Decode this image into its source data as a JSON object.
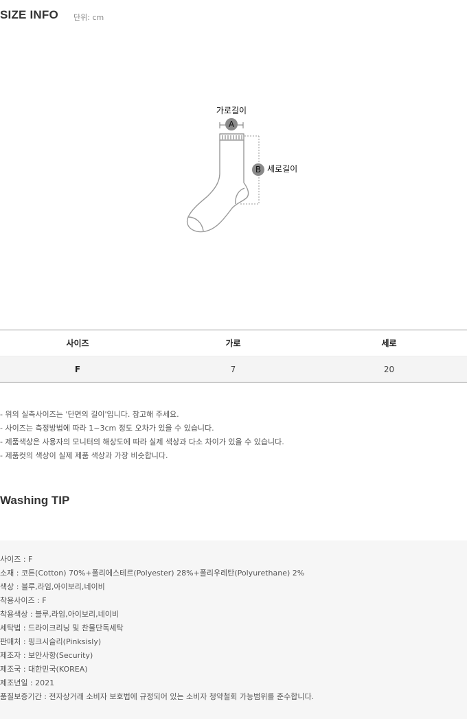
{
  "header": {
    "title": "SIZE INFO",
    "unit": "단위: cm"
  },
  "diagram": {
    "label_a": "가로길이",
    "label_b": "세로길이",
    "marker_a": "A",
    "marker_b": "B"
  },
  "table": {
    "headers": [
      "사이즈",
      "가로",
      "세로"
    ],
    "rows": [
      [
        "F",
        "7",
        "20"
      ]
    ]
  },
  "notes": [
    "- 위의 실측사이즈는 '단면의 길이'입니다. 참고해 주세요.",
    "- 사이즈는 측정방법에 따라 1~3cm 정도 오차가 있을 수 있습니다.",
    "- 제품색상은 사용자의 모니터의 해상도에 따라 실제 색상과 다소 차이가 있을 수 있습니다.",
    "- 제품컷의 색상이 실제 제품 색상과 가장 비슷합니다."
  ],
  "washing": {
    "title": "Washing TIP",
    "items": [
      "사이즈 : F",
      "소재 : 코튼(Cotton) 70%+폴리에스테르(Polyester) 28%+폴리우레탄(Polyurethane) 2%",
      "색상 : 블루,라임,아이보리,네이비",
      "착용사이즈 : F",
      "착용색상 : 블루,라임,아이보리,네이비",
      "세탁법 : 드라이크리닝 및 찬물단독세탁",
      "판매처 : 핑크시슬리(Pinksisly)",
      "제조자 : 보안사항(Security)",
      "제조국 : 대한민국(KOREA)",
      "제조년일 : 2021",
      "품질보증기간 : 전자상거래 소비자 보호법에 규정되어 있는 소비자 청약철회 가능범위를 준수합니다."
    ]
  }
}
